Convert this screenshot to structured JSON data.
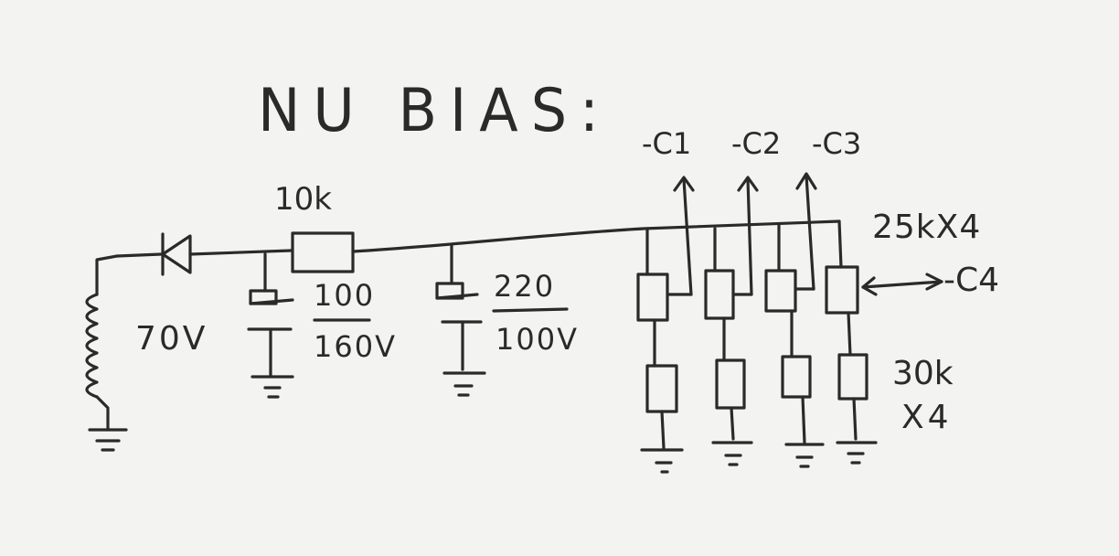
{
  "title": "NU BIAS:",
  "series_resistor": "10k",
  "transformer_voltage": "70V",
  "cap1": {
    "value": "100",
    "rating": "160V"
  },
  "cap2": {
    "value": "220",
    "rating": "100V"
  },
  "outputs": [
    "-C1",
    "-C2",
    "-C3",
    "-C4"
  ],
  "trim_pots": "25kX4",
  "fixed_resistors": {
    "value": "30k",
    "count": "X4"
  }
}
